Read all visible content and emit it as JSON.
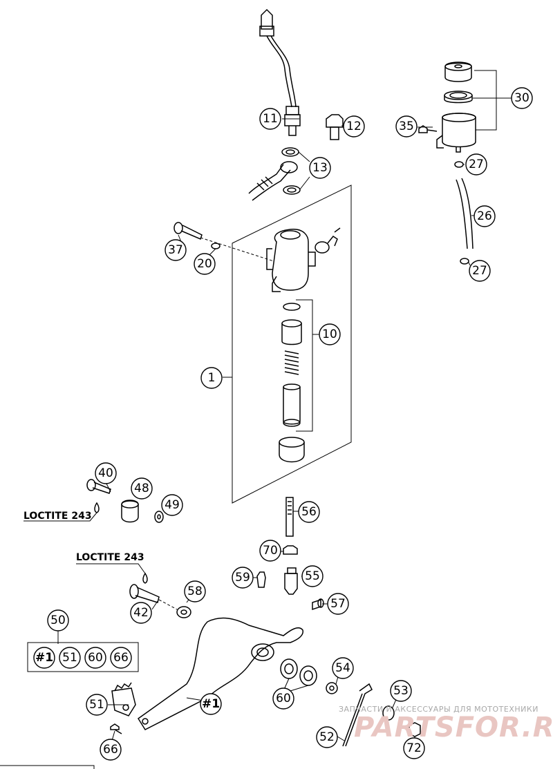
{
  "callouts": [
    {
      "id": "c11",
      "text": "11"
    },
    {
      "id": "c12",
      "text": "12"
    },
    {
      "id": "c13",
      "text": "13"
    },
    {
      "id": "c30",
      "text": "30"
    },
    {
      "id": "c35",
      "text": "35"
    },
    {
      "id": "c27a",
      "text": "27"
    },
    {
      "id": "c26",
      "text": "26"
    },
    {
      "id": "c27b",
      "text": "27"
    },
    {
      "id": "c37",
      "text": "37"
    },
    {
      "id": "c20",
      "text": "20"
    },
    {
      "id": "c10",
      "text": "10"
    },
    {
      "id": "c1",
      "text": "1"
    },
    {
      "id": "c40",
      "text": "40"
    },
    {
      "id": "c48",
      "text": "48"
    },
    {
      "id": "c49",
      "text": "49"
    },
    {
      "id": "c56",
      "text": "56"
    },
    {
      "id": "c70",
      "text": "70"
    },
    {
      "id": "c59",
      "text": "59"
    },
    {
      "id": "c55",
      "text": "55"
    },
    {
      "id": "c58",
      "text": "58"
    },
    {
      "id": "c42",
      "text": "42"
    },
    {
      "id": "c57",
      "text": "57"
    },
    {
      "id": "c50",
      "text": "50"
    },
    {
      "id": "k1",
      "text": "#1"
    },
    {
      "id": "k51",
      "text": "51"
    },
    {
      "id": "k60",
      "text": "60"
    },
    {
      "id": "k66",
      "text": "66"
    },
    {
      "id": "c54",
      "text": "54"
    },
    {
      "id": "c60",
      "text": "60"
    },
    {
      "id": "c1b",
      "text": "#1"
    },
    {
      "id": "c53",
      "text": "53"
    },
    {
      "id": "c51",
      "text": "51"
    },
    {
      "id": "c52",
      "text": "52"
    },
    {
      "id": "c72",
      "text": "72"
    },
    {
      "id": "c66",
      "text": "66"
    }
  ],
  "labels": {
    "loctite_a": "LOCTITE 243",
    "loctite_b": "LOCTITE 243"
  },
  "watermark": {
    "line1": "ЗАПЧАСТИ И АКСЕССУАРЫ ДЛЯ МОТОТЕХНИКИ",
    "line2": "PARTSFOR.RU"
  }
}
